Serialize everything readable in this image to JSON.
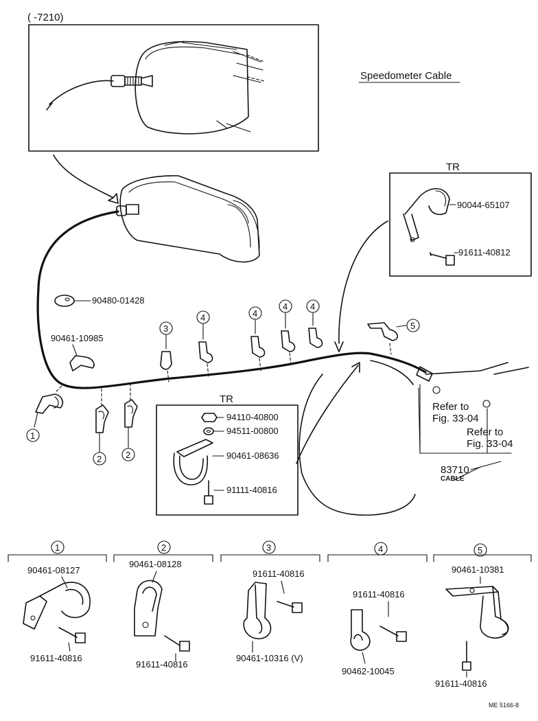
{
  "title": "Speedometer Cable",
  "inset_label": "(      -7210)",
  "tr_label": "TR",
  "tr_top_parts": [
    "90044-65107",
    "91611-40812"
  ],
  "tr_mid_parts": [
    "94110-40800",
    "94511-00800",
    "90461-08636",
    "91111-40816"
  ],
  "main_parts": {
    "grommet": "90480-01428",
    "clamp": "90461-10985",
    "refer_1": "Refer to",
    "refer_1b": "Fig. 33-04",
    "refer_2": "Refer to",
    "refer_2b": "Fig. 33-04",
    "cable_no": "83710",
    "cable_word": "CABLE"
  },
  "callouts": [
    "1",
    "2",
    "3",
    "4",
    "5"
  ],
  "groups": [
    {
      "num": "1",
      "parts": [
        "90461-08127",
        "91611-40816"
      ]
    },
    {
      "num": "2",
      "parts": [
        "90461-08128",
        "91611-40816"
      ]
    },
    {
      "num": "3",
      "parts": [
        "91611-40816",
        "90461-10316 (V)"
      ]
    },
    {
      "num": "4",
      "parts": [
        "91611-40816",
        "90462-10045"
      ]
    },
    {
      "num": "5",
      "parts": [
        "90461-10381",
        "91611-40816"
      ]
    }
  ],
  "footer_code": "ME  5166-8"
}
